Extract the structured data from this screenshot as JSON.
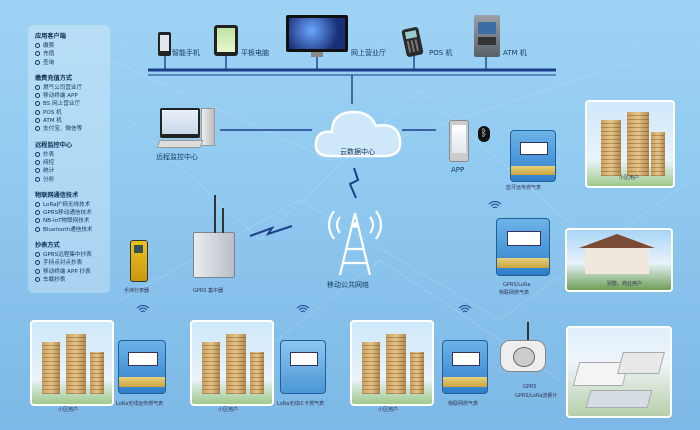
{
  "top_devices": [
    {
      "label": "智能手机",
      "icon": "smartphone-icon"
    },
    {
      "label": "平板电脑",
      "icon": "tablet-icon"
    },
    {
      "label": "网上营业厅",
      "icon": "monitor-icon"
    },
    {
      "label": "POS 机",
      "icon": "pos-terminal-icon"
    },
    {
      "label": "ATM 机",
      "icon": "atm-icon"
    }
  ],
  "sidebar": {
    "sections": [
      {
        "title": "应用客户端",
        "items": [
          "缴费",
          "充值",
          "查询"
        ]
      },
      {
        "title": "缴费充值方式",
        "items": [
          "燃气公司营业厅",
          "移动终端 APP",
          "BS 网上营业厅",
          "POS 机",
          "ATM 机",
          "支付宝、微信等"
        ]
      },
      {
        "title": "远程监控中心",
        "items": [
          "抄表",
          "阀控",
          "统计",
          "分析"
        ]
      },
      {
        "title": "物联网通信技术",
        "items": [
          "LoRa扩频无线技术",
          "GPRS移动通信技术",
          "NB-IoT物联网技术",
          "Bluetooth通信技术"
        ]
      },
      {
        "title": "抄表方式",
        "items": [
          "GPRS远程集中抄表",
          "手持点对点抄表",
          "移动终端 APP 抄表",
          "车载抄表"
        ]
      }
    ]
  },
  "labels": {
    "monitor_center": "远程监控中心",
    "cloud": "云数据中心",
    "app": "APP",
    "bluetooth_meter": "蓝牙远传燃气表",
    "district_1": "小区用户",
    "gprs_lora_meter_1": "GPRS/LoRa",
    "gprs_lora_meter_2": "物联网燃气表",
    "villa": "别墅、商业用户",
    "handheld": "手持抄表器",
    "gprs_concentrator": "GPRS 集中器",
    "mobile_network": "移动公共网络",
    "bottom_district_1": "小区用户",
    "bottom_meter_1": "LoRa无线远传燃气表",
    "bottom_district_2": "小区用户",
    "bottom_meter_2": "LoRa无线IC卡燃气表",
    "bottom_district_3": "小区用户",
    "bottom_meter_3": "物联网燃气表",
    "gprs_flowmeter_1": "GPRS",
    "gprs_flowmeter_2": "GPRS/LoRa流量计"
  },
  "colors": {
    "background": "#8fc9f0",
    "bus_line": "#1b3f8a",
    "meter_blue": "#3a8fd6",
    "cloud": "#ffffff"
  }
}
